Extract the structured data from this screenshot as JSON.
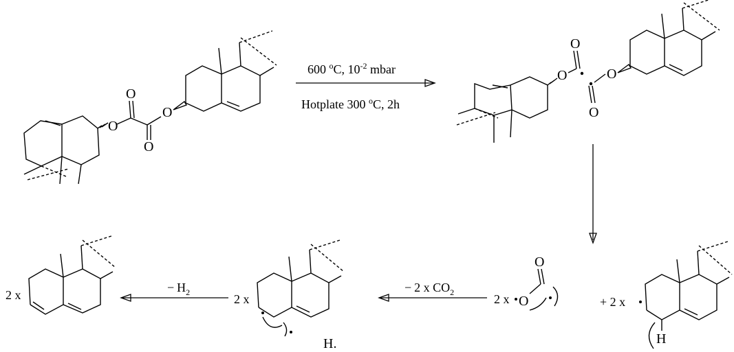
{
  "colors": {
    "ink": "#000000",
    "background": "#ffffff"
  },
  "atoms": {
    "O": "O",
    "H": "H",
    "H_radical": "H."
  },
  "step1": {
    "cond_top_main": "600 ",
    "cond_top_deg": "o",
    "cond_top_rest": "C, 10",
    "cond_top_exp": "-2",
    "cond_top_unit": " mbar",
    "cond_bottom_main": "Hotplate 300 ",
    "cond_bottom_deg": "o",
    "cond_bottom_rest": "C, 2h"
  },
  "step_co2": {
    "minus": "−",
    "text": "2 x CO",
    "sub": "2"
  },
  "step_h2": {
    "minus": "−",
    "text": "H",
    "sub": "2"
  },
  "multipliers": {
    "carboxyl": "2 x",
    "steroid_radical": "+ 2 x",
    "intermediate": "2 x",
    "product": "2 x"
  }
}
